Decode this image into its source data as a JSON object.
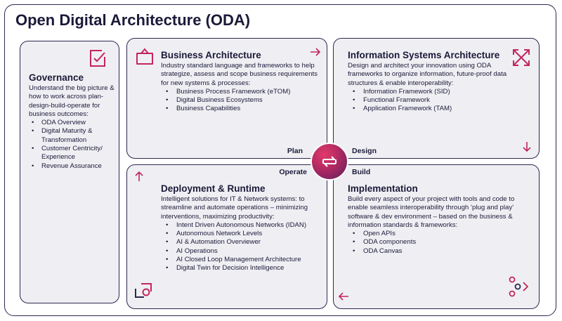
{
  "title": "Open Digital Architecture (ODA)",
  "governance": {
    "title": "Governance",
    "description": "Understand the big picture & how to work across plan-design-build-operate for business outcomes:",
    "items": [
      "ODA Overview",
      "Digital Maturity & Transformation",
      "Customer Centricity/ Experience",
      "Revenue Assurance"
    ]
  },
  "business_architecture": {
    "title": "Business Architecture",
    "description": "Industry standard language and frameworks to help strategize, assess and scope business requirements for new systems & processes:",
    "items": [
      "Business Process Framework (eTOM)",
      "Digital Business Ecosystems",
      "Business Capabilities"
    ],
    "corner_label": "Plan"
  },
  "information_systems": {
    "title": "Information Systems Architecture",
    "description": "Design and architect your innovation using ODA frameworks to organize information, future-proof data structures & enable interoperability:",
    "items": [
      "Information Framework (SID)",
      "Functional Framework",
      "Application Framework (TAM)"
    ],
    "corner_label": "Design"
  },
  "deployment": {
    "title": "Deployment & Runtime",
    "description": "Intelligent solutions for IT & Network systems: to streamline and automate operations – minimizing interventions, maximizing productivity:",
    "items": [
      "Intent Driven Autonomous Networks (IDAN)",
      "Autonomous Network Levels",
      "AI & Automation Overviewer",
      "AI Operations",
      "AI Closed Loop Management Architecture",
      "Digital Twin for Decision Intelligence"
    ],
    "corner_label": "Operate"
  },
  "implementation": {
    "title": "Implementation",
    "description": "Build every aspect of your project with tools and code to enable seamless interoperability through ‘plug and play’ software & dev environment – based on the business & information standards & frameworks:",
    "items": [
      "Open APIs",
      "ODA components",
      "ODA Canvas"
    ],
    "corner_label": "Build"
  },
  "colors": {
    "accent": "#c2265a",
    "dark": "#2a2950",
    "card_bg": "#efeff3"
  }
}
